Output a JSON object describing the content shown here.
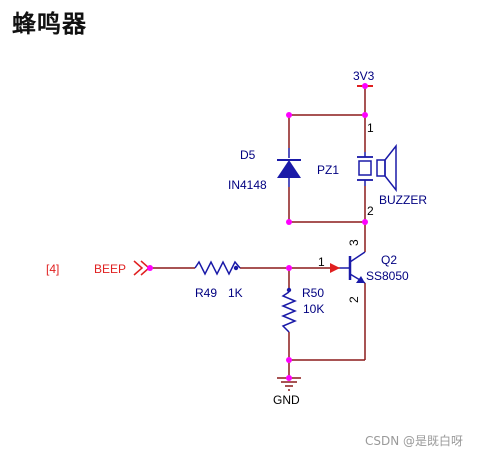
{
  "title": "蜂鸣器",
  "net_labels": {
    "power": "3V3",
    "ground": "GND",
    "input": "BEEP",
    "sheet_ref": "[4]"
  },
  "components": {
    "diode": {
      "ref": "D5",
      "value": "IN4148"
    },
    "buzzer": {
      "ref": "PZ1",
      "value": "BUZZER",
      "pin1": "1",
      "pin2": "2"
    },
    "r_base": {
      "ref": "R49",
      "value": "1K"
    },
    "r_pulldown": {
      "ref": "R50",
      "value": "10K"
    },
    "transistor": {
      "ref": "Q2",
      "value": "SS8050",
      "pin_base": "1",
      "pin_collector": "3",
      "pin_emitter": "2"
    }
  },
  "watermark": "CSDN @是既白呀",
  "colors": {
    "wire": "#8b1a1a",
    "symbol": "#1a1aa8",
    "junction": "#ff00ff",
    "net_red": "#e02020",
    "label_blue": "#000080"
  }
}
